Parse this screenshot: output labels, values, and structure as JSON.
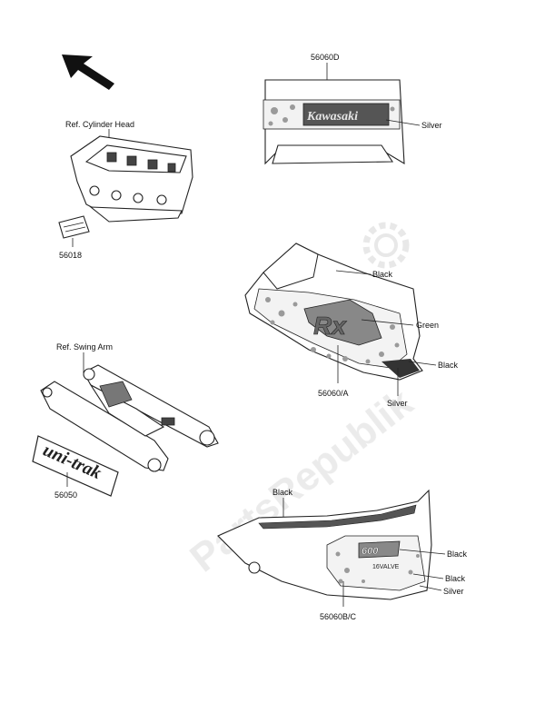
{
  "watermark": "PartsRepublik",
  "parts": {
    "cylinder_head": {
      "ref_label": "Ref. Cylinder Head",
      "part_number": "56018"
    },
    "upper_cowl": {
      "part_number": "56060D",
      "color_label": "Silver",
      "brand_text": "Kawasaki"
    },
    "fairing": {
      "part_number": "56060/A",
      "colors": [
        "Black",
        "Green",
        "Black",
        "Silver"
      ]
    },
    "swing_arm": {
      "ref_label": "Ref. Swing Arm",
      "part_number": "56050",
      "decal_text": "uni-trak"
    },
    "side_cover": {
      "part_number": "56060B/C",
      "colors": [
        "Black",
        "Black",
        "Black",
        "Silver"
      ]
    }
  }
}
